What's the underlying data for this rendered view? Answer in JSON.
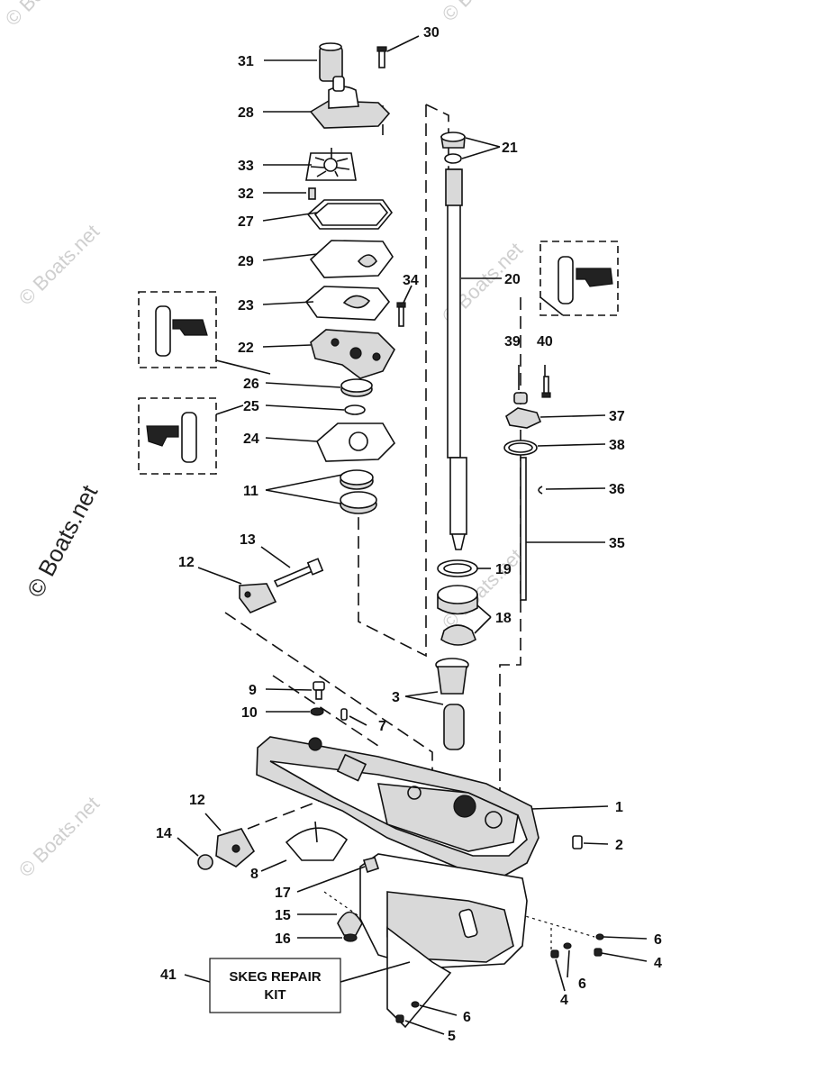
{
  "watermark": "© Boats.net",
  "skeg_kit": {
    "line1": "SKEG REPAIR",
    "line2": "KIT"
  },
  "callouts": {
    "c1": "1",
    "c2": "2",
    "c3": "3",
    "c4a": "4",
    "c4b": "4",
    "c5": "5",
    "c6a": "6",
    "c6b": "6",
    "c6c": "6",
    "c7": "7",
    "c8": "8",
    "c9": "9",
    "c10": "10",
    "c11": "11",
    "c12a": "12",
    "c12b": "12",
    "c13": "13",
    "c14": "14",
    "c15": "15",
    "c16": "16",
    "c17": "17",
    "c18": "18",
    "c19": "19",
    "c20": "20",
    "c21": "21",
    "c22": "22",
    "c23": "23",
    "c24": "24",
    "c25": "25",
    "c26": "26",
    "c27": "27",
    "c28": "28",
    "c29": "29",
    "c30": "30",
    "c31": "31",
    "c32": "32",
    "c33": "33",
    "c34": "34",
    "c35": "35",
    "c36": "36",
    "c37": "37",
    "c38": "38",
    "c39": "39",
    "c40": "40",
    "c41": "41"
  }
}
